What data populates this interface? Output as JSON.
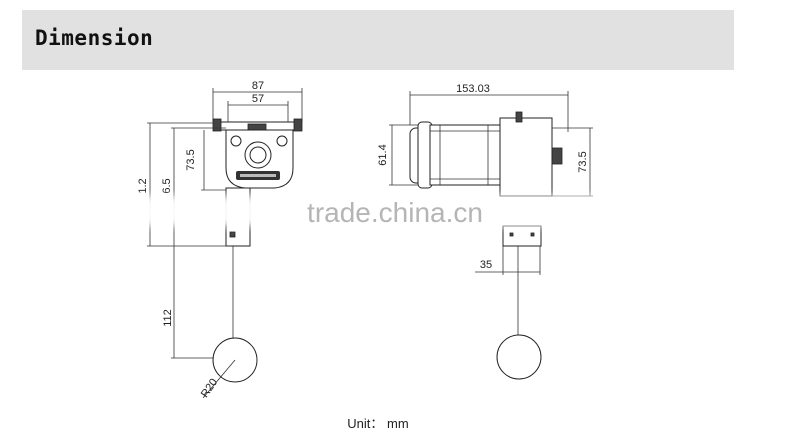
{
  "header": {
    "title": "Dimension"
  },
  "front_view": {
    "width_outer": "87",
    "width_inner": "57",
    "head_height": "73.5",
    "total_height_a": "1.2",
    "total_height_b": "6.5",
    "cable_length": "112",
    "float_radius": "R20"
  },
  "side_view": {
    "length": "153.03",
    "head_height": "61.4",
    "bracket_height": "73.5",
    "base_width": "35"
  },
  "watermark": "trade.china.cn",
  "unit_label": "Unit： mm",
  "colors": {
    "header_bg": "#e1e1e1",
    "line": "#333333",
    "watermark": "#b5b5b5"
  }
}
